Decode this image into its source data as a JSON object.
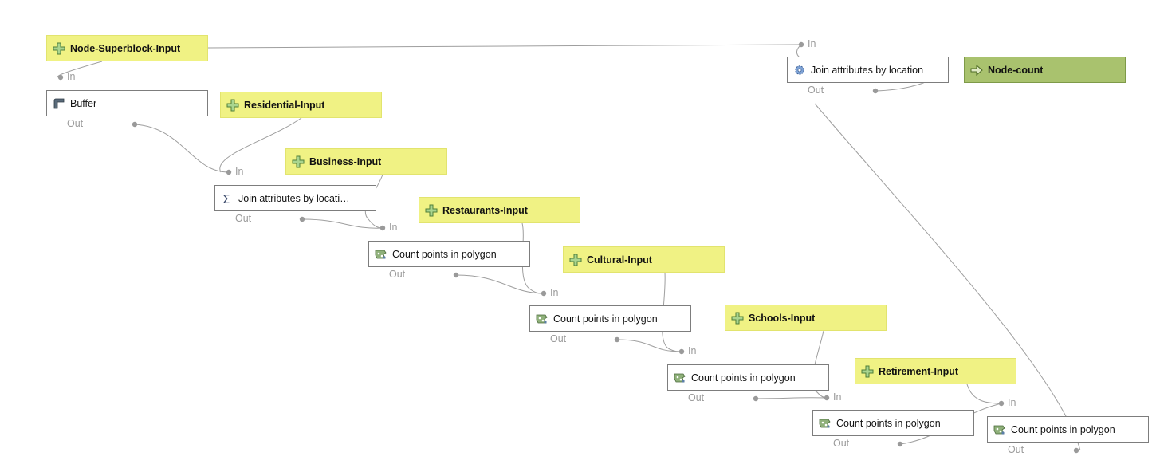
{
  "colors": {
    "input_fill": "#f0f284",
    "output_fill": "#a9c26e",
    "algorithm_fill": "#ffffff",
    "connector": "#9e9e9e",
    "port_label": "#9b9b9b"
  },
  "port_labels": {
    "in": "In",
    "out": "Out"
  },
  "inputs": [
    {
      "id": "superblock",
      "label": "Node-Superblock-Input",
      "icon": "plus-icon"
    },
    {
      "id": "residential",
      "label": "Residential-Input",
      "icon": "plus-icon"
    },
    {
      "id": "business",
      "label": "Business-Input",
      "icon": "plus-icon"
    },
    {
      "id": "restaurants",
      "label": "Restaurants-Input",
      "icon": "plus-icon"
    },
    {
      "id": "cultural",
      "label": "Cultural-Input",
      "icon": "plus-icon"
    },
    {
      "id": "schools",
      "label": "Schools-Input",
      "icon": "plus-icon"
    },
    {
      "id": "retirement",
      "label": "Retirement-Input",
      "icon": "plus-icon"
    }
  ],
  "algorithms": [
    {
      "id": "buffer",
      "label": "Buffer",
      "icon": "buffer-icon"
    },
    {
      "id": "join_sum",
      "label": "Join attributes by locati…",
      "icon": "sigma-icon"
    },
    {
      "id": "count1",
      "label": "Count points in polygon",
      "icon": "count-points-icon"
    },
    {
      "id": "count2",
      "label": "Count points in polygon",
      "icon": "count-points-icon"
    },
    {
      "id": "count3",
      "label": "Count points in polygon",
      "icon": "count-points-icon"
    },
    {
      "id": "count4",
      "label": "Count points in polygon",
      "icon": "count-points-icon"
    },
    {
      "id": "count5",
      "label": "Count points in polygon",
      "icon": "count-points-icon"
    },
    {
      "id": "join_loc",
      "label": "Join attributes by location",
      "icon": "gear-icon"
    }
  ],
  "outputs": [
    {
      "id": "node_count",
      "label": "Node-count",
      "icon": "output-arrow-icon"
    }
  ]
}
